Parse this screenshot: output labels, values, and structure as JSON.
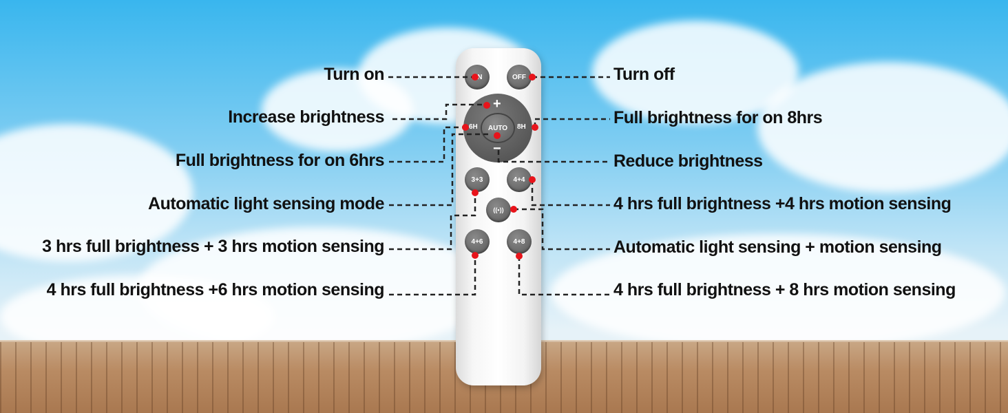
{
  "remote": {
    "buttons": {
      "on": "ON",
      "off": "OFF",
      "plus": "+",
      "minus": "−",
      "six_h": "6H",
      "auto": "AUTO",
      "eight_h": "8H",
      "three_three": "3+3",
      "four_four": "4+4",
      "sensor": "((•))",
      "four_six": "4+6",
      "four_eight": "4+8"
    }
  },
  "labels": {
    "left": {
      "turn_on": "Turn on",
      "increase": "Increase brightness",
      "six_hrs": "Full brightness for on 6hrs",
      "auto_light": "Automatic light sensing mode",
      "three_three": "3 hrs full brightness + 3 hrs motion sensing",
      "four_six": "4 hrs full brightness +6 hrs motion sensing"
    },
    "right": {
      "turn_off": "Turn off",
      "eight_hrs": "Full brightness for on 8hrs",
      "reduce": "Reduce brightness",
      "four_four": "4 hrs full brightness +4 hrs motion sensing",
      "auto_motion": "Automatic light sensing + motion sensing",
      "four_eight": "4 hrs full brightness + 8 hrs motion sensing"
    }
  },
  "colors": {
    "dot": "#e8141b",
    "line": "#222222",
    "button": "#5e5e5e"
  }
}
